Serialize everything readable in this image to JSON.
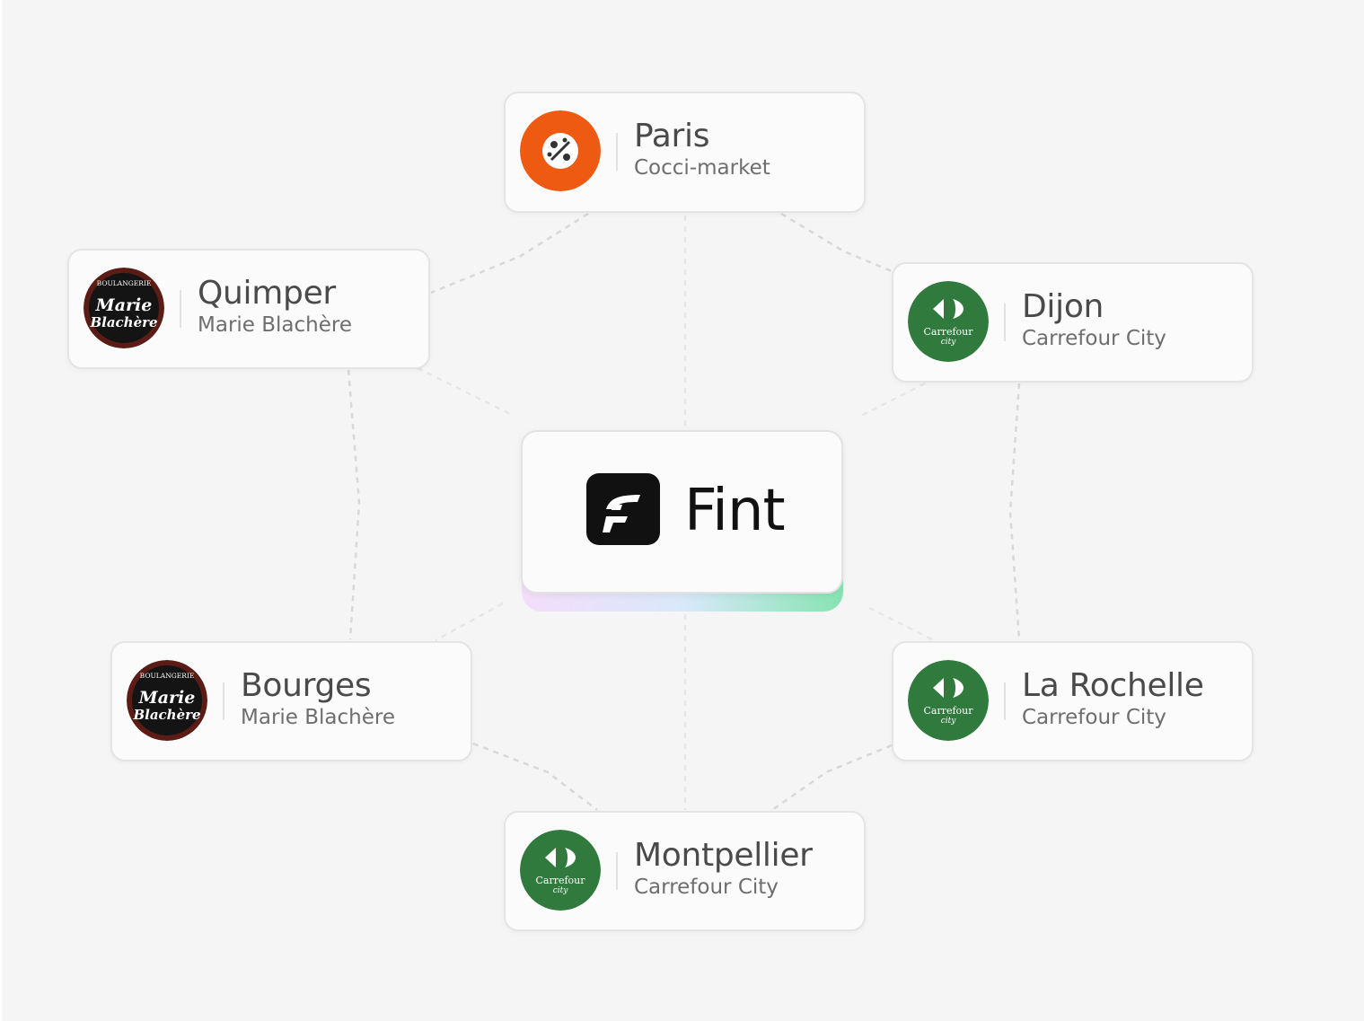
{
  "center": {
    "brand": "Fint",
    "icon": "fint-logo-icon"
  },
  "colors": {
    "background": "#f5f5f5",
    "card_border": "#e4e4e4",
    "cocci_orange": "#ef5a12",
    "carrefour_green": "#2f7a3c",
    "marie_dark_red": "#5a1c14",
    "glow_start": "#f3ddfa",
    "glow_end": "#86e3b2"
  },
  "stores": [
    {
      "id": "paris",
      "city": "Paris",
      "store": "Cocci-market",
      "logo": "cocci-market-logo-icon"
    },
    {
      "id": "quimper",
      "city": "Quimper",
      "store": "Marie Blachère",
      "logo": "marie-blachere-logo-icon"
    },
    {
      "id": "dijon",
      "city": "Dijon",
      "store": "Carrefour City",
      "logo": "carrefour-city-logo-icon"
    },
    {
      "id": "bourges",
      "city": "Bourges",
      "store": "Marie Blachère",
      "logo": "marie-blachere-logo-icon"
    },
    {
      "id": "la-rochelle",
      "city": "La Rochelle",
      "store": "Carrefour City",
      "logo": "carrefour-city-logo-icon"
    },
    {
      "id": "montpellier",
      "city": "Montpellier",
      "store": "Carrefour City",
      "logo": "carrefour-city-logo-icon"
    }
  ],
  "logos": {
    "marie_blachere": {
      "line1": "BOULANGERIE",
      "line2": "Marie",
      "line3": "Blachère"
    },
    "carrefour_city": {
      "line1": "Carrefour",
      "line2": "city"
    }
  }
}
